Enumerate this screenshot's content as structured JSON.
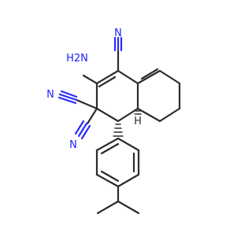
{
  "molecule": {
    "atoms": {
      "nitrile_top": "N",
      "amino": "H2N",
      "nitrile_left_upper": "N",
      "nitrile_left_lower": "N",
      "ring_h": "H"
    }
  },
  "colors": {
    "bond": "#2b2b2b",
    "nitrogen": "#2020ff",
    "hydrogen": "#2b2b2b"
  }
}
